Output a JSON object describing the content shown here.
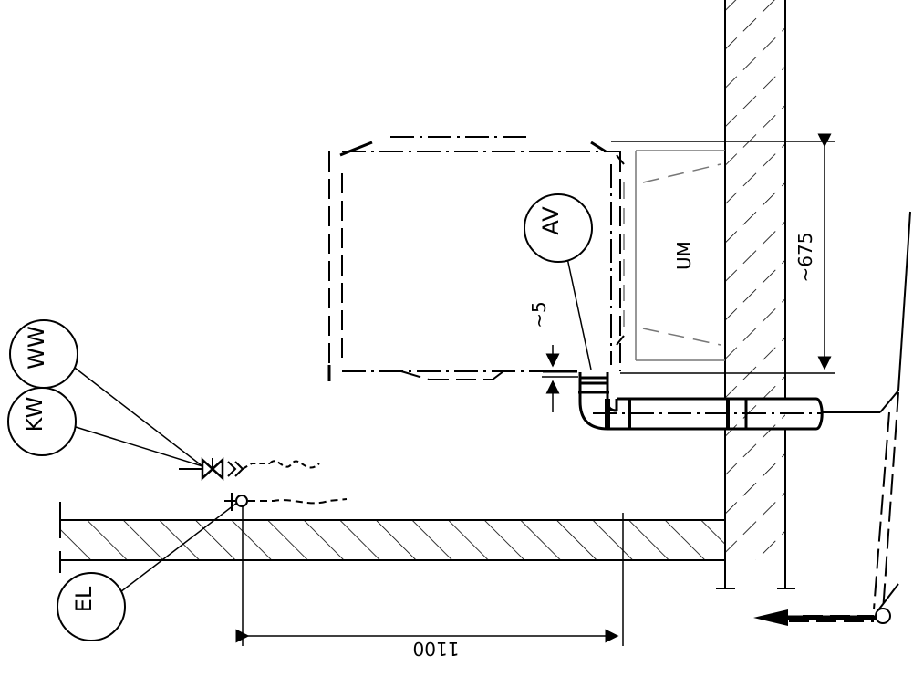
{
  "labels": {
    "ww": "WW",
    "kw": "KW",
    "el": "EL",
    "av": "AV",
    "um": "UM"
  },
  "dimensions": {
    "height": "~675",
    "gap": "~5",
    "width": "1100"
  },
  "icons": {
    "valve": "angle-valve-icon",
    "socket": "electrical-socket-icon",
    "arrow": "drain-arrow-icon"
  }
}
